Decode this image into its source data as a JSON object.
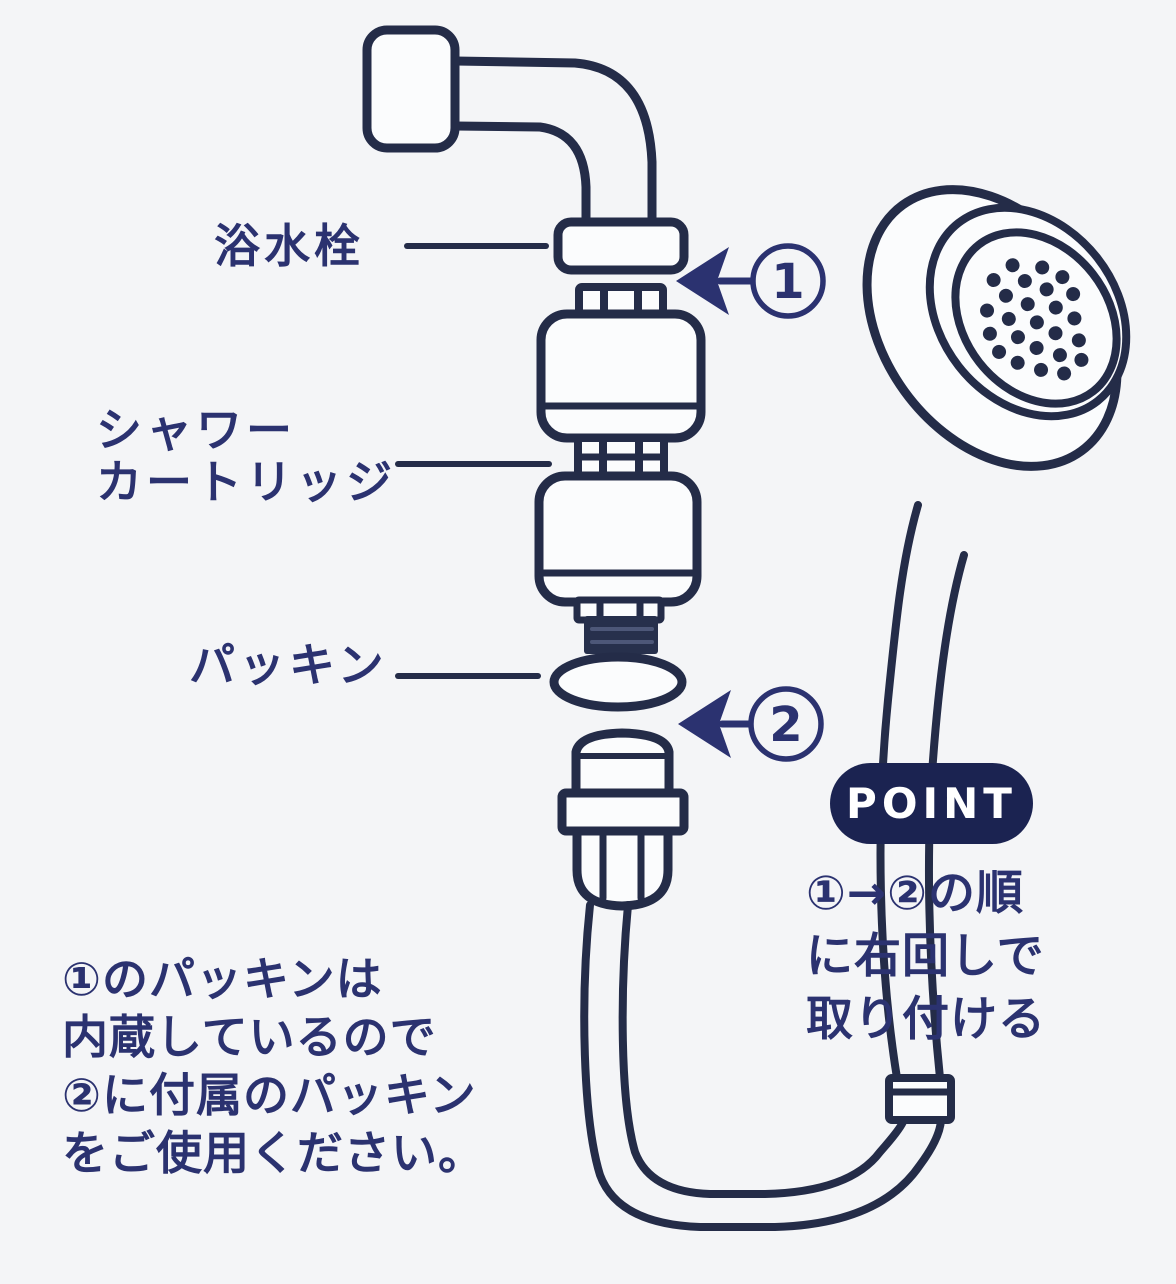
{
  "colors": {
    "bg": "#f4f5f7",
    "ink": "#242c48",
    "text": "#2b3270",
    "badge_bg": "#1b2351",
    "badge_text": "#ffffff",
    "part_fill": "#fbfcfd",
    "dark_fill": "#27304c",
    "dark_fill_line": "#4d5778"
  },
  "labels": {
    "faucet": "浴水栓",
    "cartridge_line1": "シャワー",
    "cartridge_line2": "カートリッジ",
    "packing": "パッキン"
  },
  "markers": {
    "one": "1",
    "two": "2"
  },
  "note_left": {
    "line1": "①のパッキンは",
    "line2": "内蔵しているので",
    "line3": "②に付属のパッキン",
    "line4": "をご使用ください。"
  },
  "point": {
    "badge": "POINT",
    "line1": "①→②の順",
    "line2": "に右回しで",
    "line3": "取り付ける"
  },
  "parts": [
    "wall-flange",
    "faucet-pipe",
    "faucet-outlet",
    "cartridge-top-thread",
    "cartridge-upper-body",
    "cartridge-middle-joint",
    "cartridge-lower-body",
    "cartridge-bottom-thread",
    "packing-ring",
    "hose-connector",
    "shower-hose",
    "hose-end-connector",
    "shower-handle",
    "shower-head"
  ]
}
